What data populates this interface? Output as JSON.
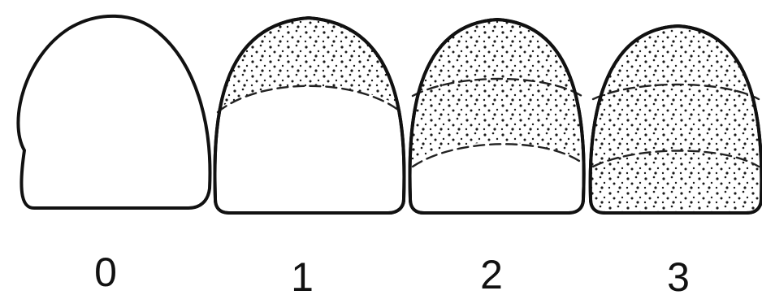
{
  "scores": [
    {
      "label": "0",
      "stippled_fraction": 0
    },
    {
      "label": "1",
      "stippled_fraction": 0.33
    },
    {
      "label": "2",
      "stippled_fraction": 0.66
    },
    {
      "label": "3",
      "stippled_fraction": 1
    }
  ],
  "colors": {
    "outline": "#111111",
    "stipple": "#1a1a1a",
    "background": "#ffffff"
  }
}
